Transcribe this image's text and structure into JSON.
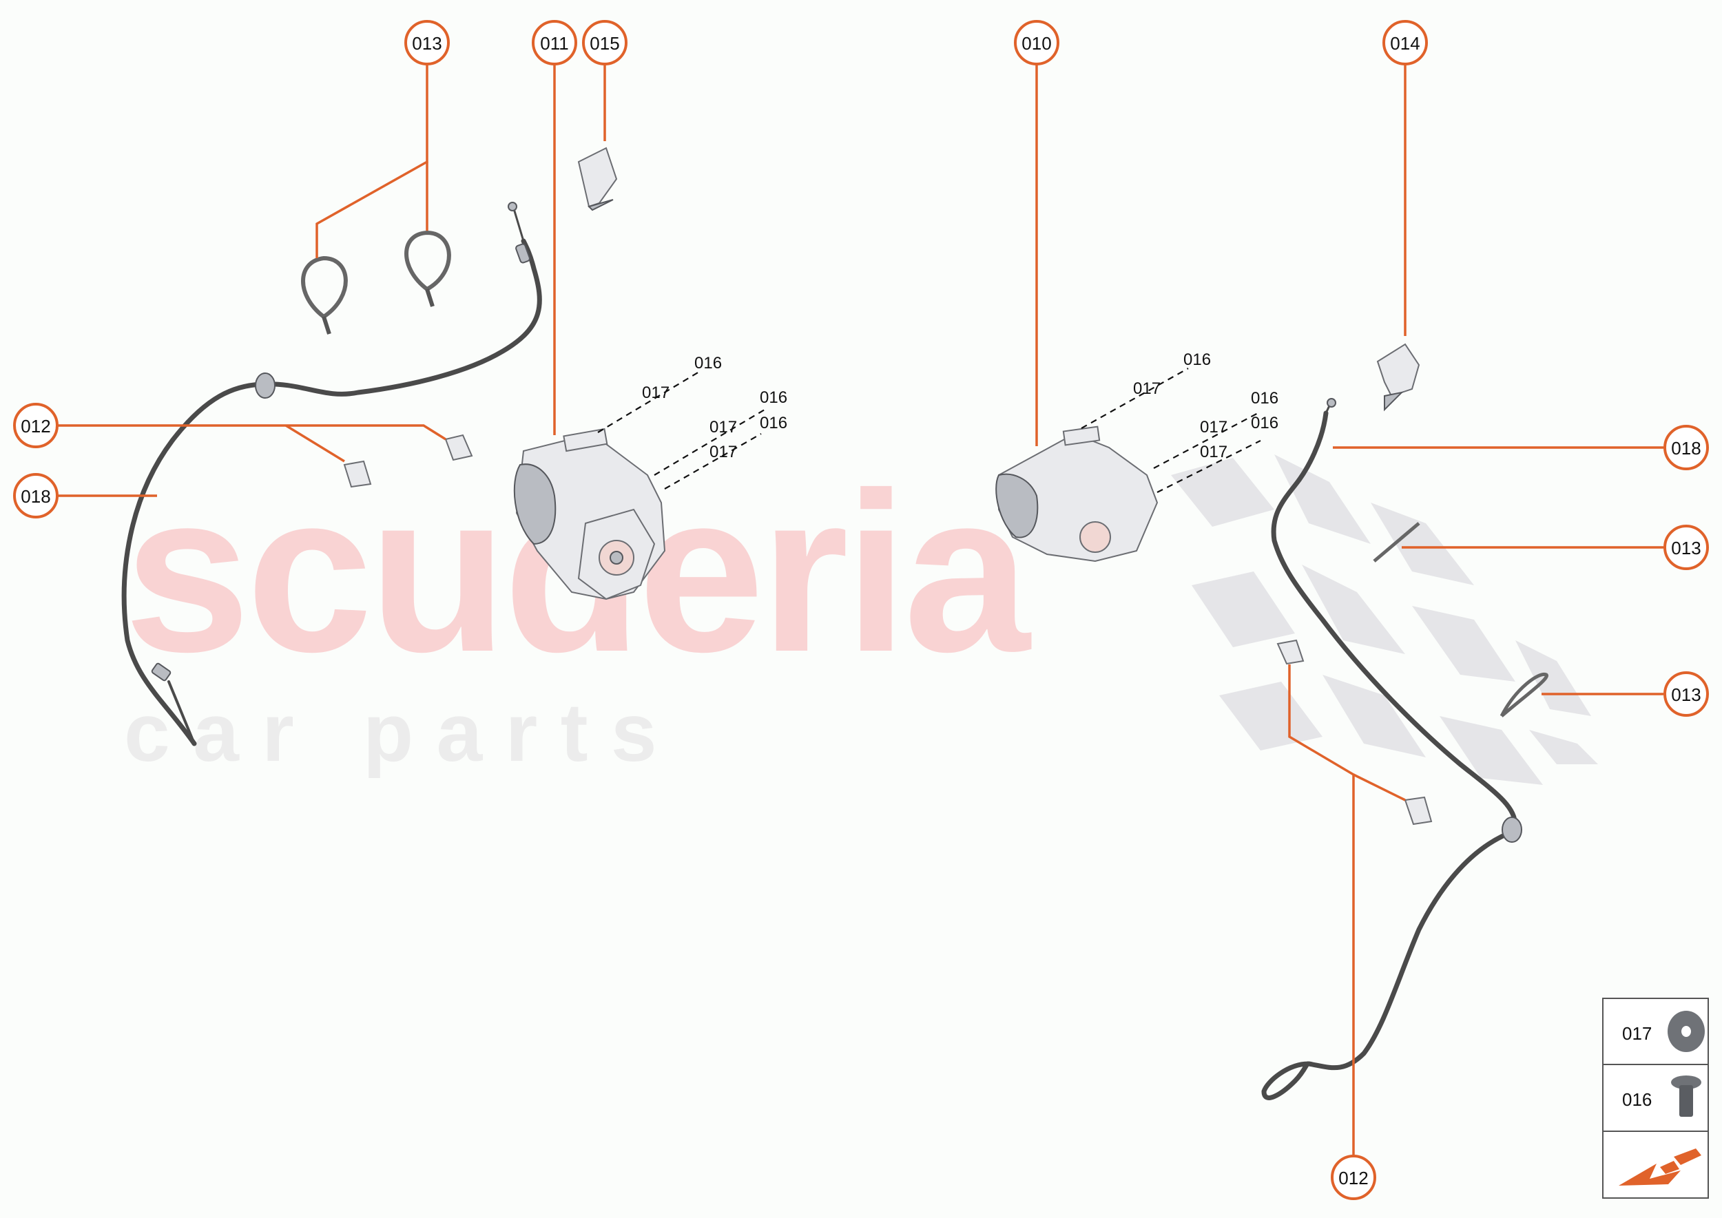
{
  "watermark": {
    "brand": "scuderia",
    "subtitle": "c a r   p a r t s"
  },
  "callouts": {
    "c013_top": "013",
    "c011": "011",
    "c015": "015",
    "c010": "010",
    "c014": "014",
    "c012_left": "012",
    "c018_left": "018",
    "c018_right": "018",
    "c013_right_a": "013",
    "c013_right_b": "013",
    "c012_bottom": "012"
  },
  "fastener_tags": {
    "left": [
      "016",
      "017",
      "016",
      "017",
      "016",
      "017"
    ],
    "right": [
      "016",
      "017",
      "016",
      "017",
      "016",
      "017"
    ]
  },
  "legend": {
    "items": [
      {
        "code": "017",
        "icon": "washer-icon"
      },
      {
        "code": "016",
        "icon": "screw-icon"
      }
    ],
    "nav_icon": "orientation-arrow-icon"
  },
  "colors": {
    "accent": "#e0622a",
    "watermark_red": "#f9d3d3",
    "cable": "#4a4a4a"
  }
}
